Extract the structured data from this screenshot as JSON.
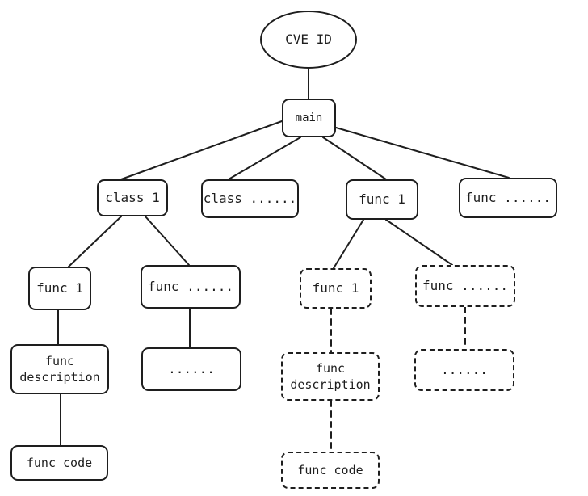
{
  "root": {
    "label": "CVE ID"
  },
  "main": {
    "label": "main"
  },
  "level1": {
    "class1": "class 1",
    "class_more": "class ......",
    "func1": "func 1",
    "func_more": "func ......"
  },
  "left_branch": {
    "func1": "func 1",
    "func_more": "func ......",
    "func_description": "func description",
    "more": "......",
    "func_code": "func code"
  },
  "right_branch": {
    "func1": "func 1",
    "func_more": "func ......",
    "func_description": "func description",
    "more": "......",
    "func_code": "func code"
  }
}
